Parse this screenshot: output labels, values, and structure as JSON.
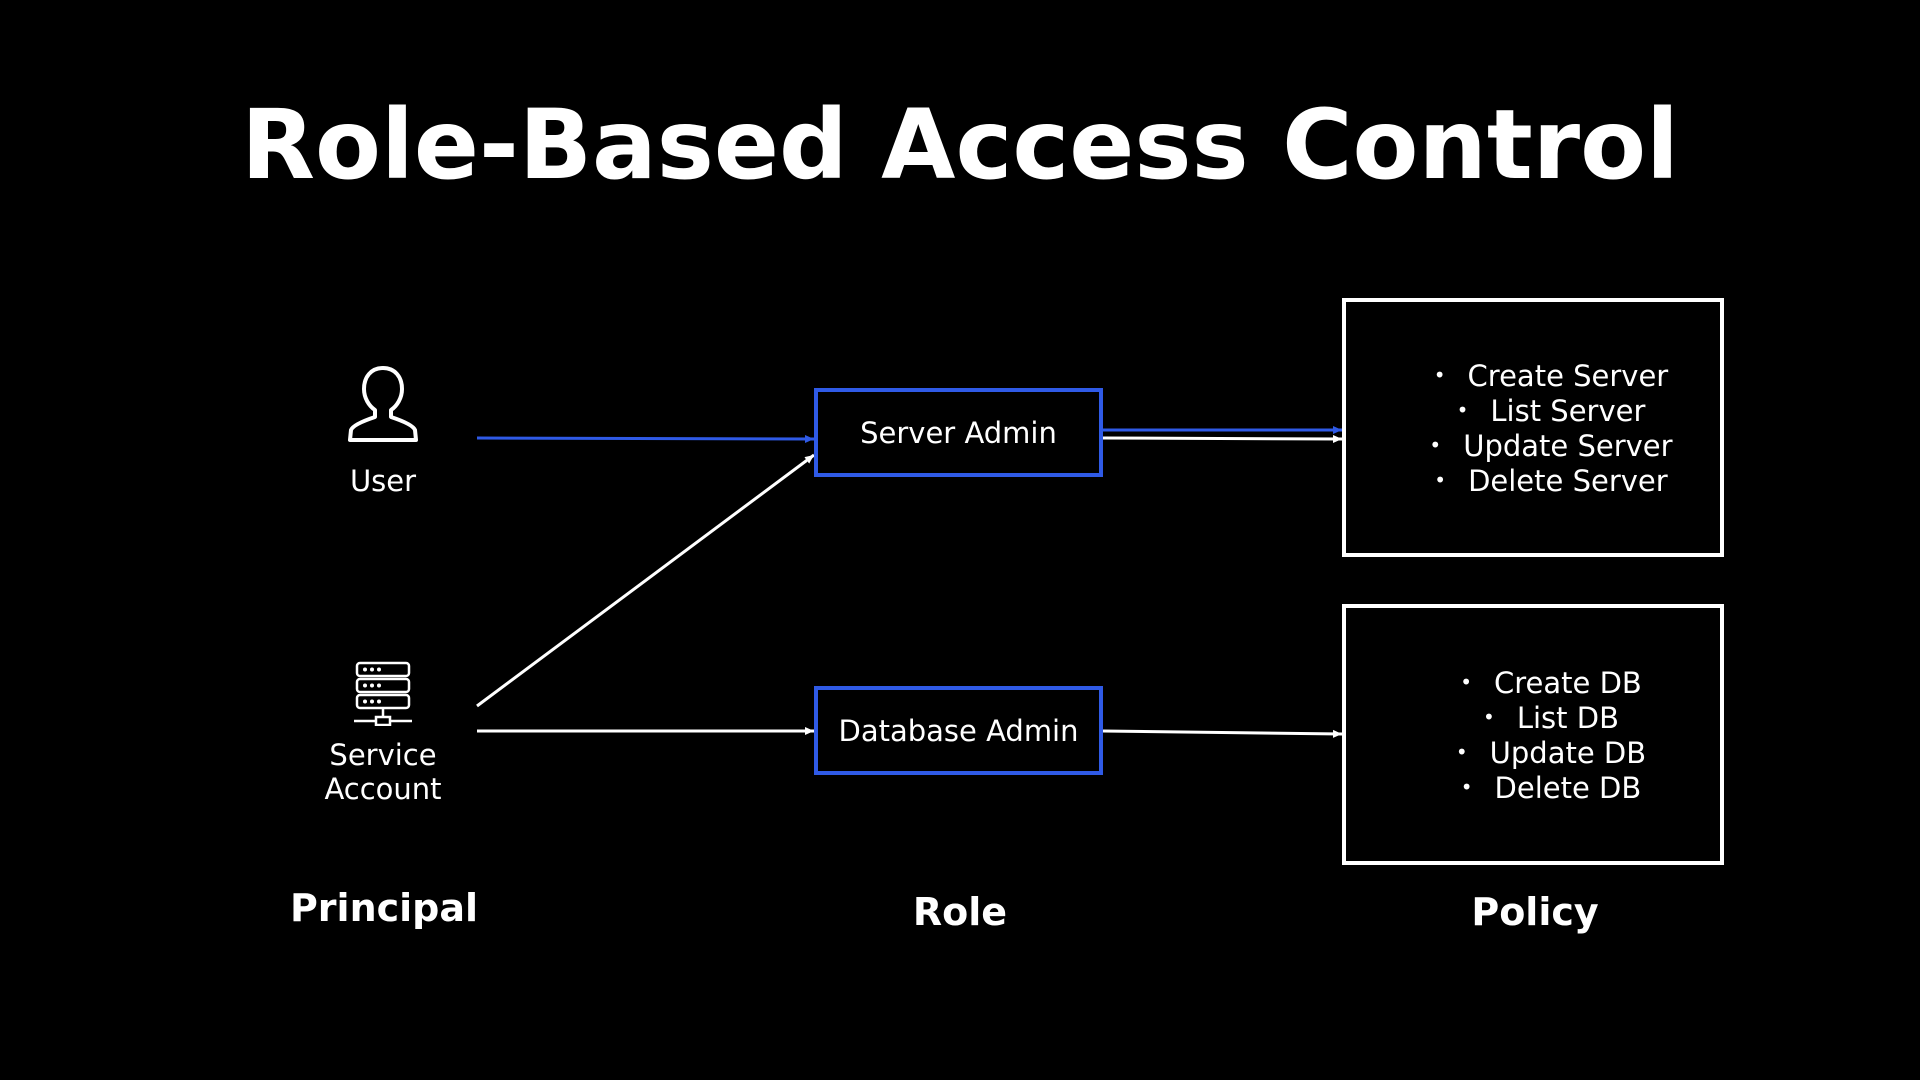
{
  "title": "Role-Based Access Control",
  "principals": {
    "user": {
      "label": "User",
      "icon": "user-icon"
    },
    "service_account": {
      "label": "Service\nAccount",
      "icon": "server-icon"
    }
  },
  "roles": {
    "server_admin": "Server Admin",
    "database_admin": "Database Admin"
  },
  "policies": {
    "server": [
      "Create Server",
      "List Server",
      "Update Server",
      "Delete Server"
    ],
    "database": [
      "Create DB",
      "List DB",
      "Update DB",
      "Delete DB"
    ]
  },
  "columns": {
    "principal": "Principal",
    "role": "Role",
    "policy": "Policy"
  },
  "colors": {
    "background": "#000000",
    "accent_blue": "#2f5ae6",
    "foreground": "#ffffff"
  }
}
